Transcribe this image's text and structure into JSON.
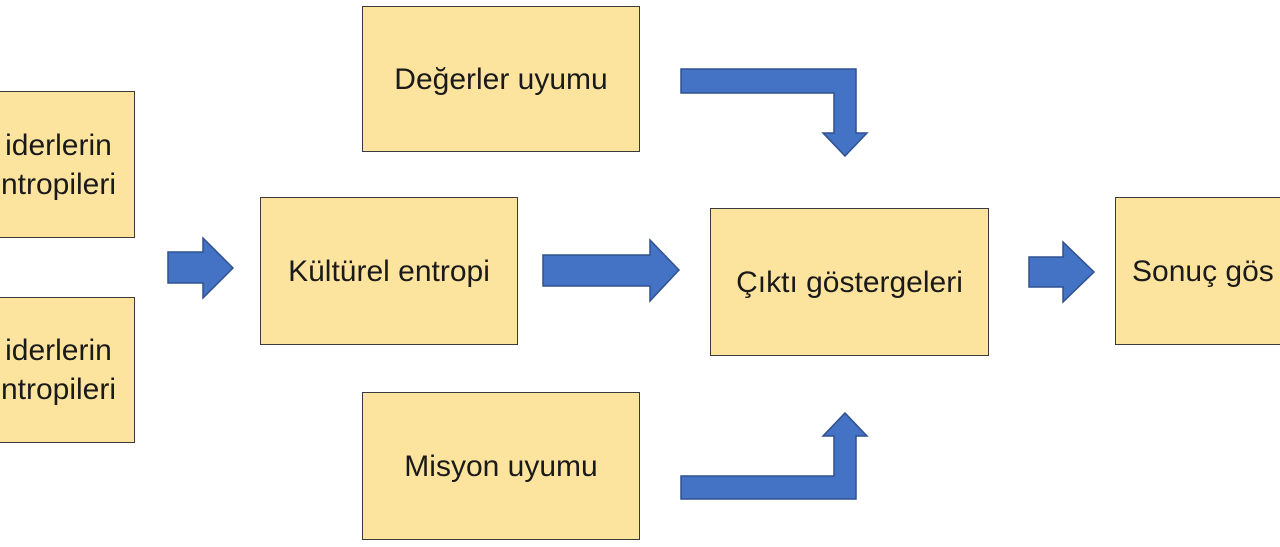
{
  "colors": {
    "box_fill": "#FDE49E",
    "box_border": "#3a3a3a",
    "arrow_fill": "#4472C4",
    "arrow_stroke": "#2F528F"
  },
  "diagram": {
    "leaders_entropy_1": "iderlerin\nntropileri",
    "leaders_entropy_2": "iderlerin\nntropileri",
    "cultural_entropy": "Kültürel entropi",
    "values_alignment": "Değerler uyumu",
    "mission_alignment": "Misyon uyumu",
    "output_indicators": "Çıktı göstergeleri",
    "result_indicators": "Sonuç gös"
  }
}
